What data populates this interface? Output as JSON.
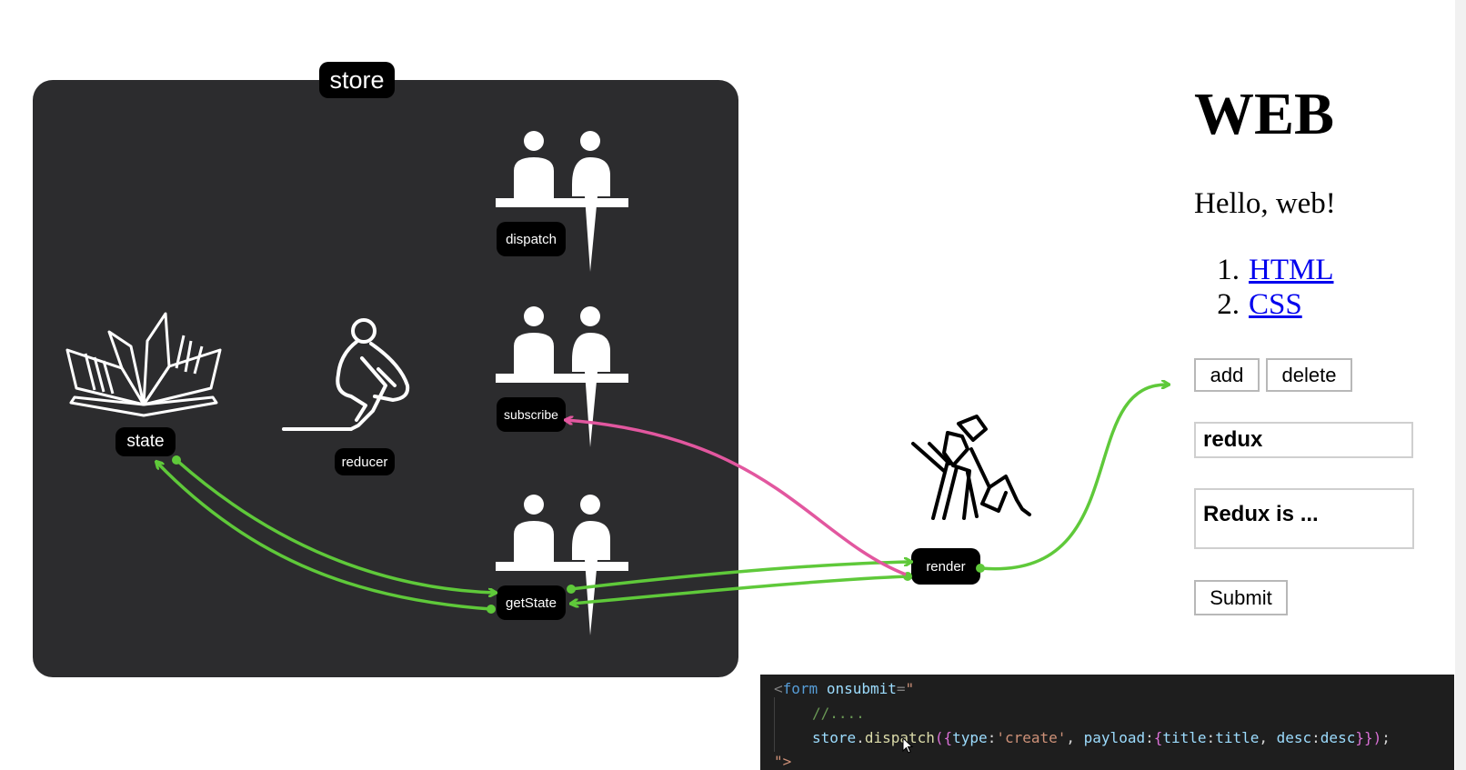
{
  "diagram": {
    "store_label": "store",
    "nodes": {
      "dispatch": "dispatch",
      "subscribe": "subscribe",
      "get_state": "getState",
      "state": "state",
      "reducer": "reducer",
      "render": "render"
    },
    "icons": [
      "people-desk-icon",
      "book-icon",
      "person-writing-icon",
      "worker-shovel-icon"
    ],
    "colors": {
      "store_bg": "#2c2c2e",
      "green_arrow": "#5fc93a",
      "pink_arrow": "#e2579f"
    }
  },
  "web": {
    "title": "WEB",
    "greeting": "Hello, web!",
    "list": [
      {
        "num": "1.",
        "label": "HTML"
      },
      {
        "num": "2.",
        "label": "CSS"
      }
    ],
    "add_label": "add",
    "delete_label": "delete",
    "title_value": "redux",
    "desc_value": "Redux is ...",
    "submit_label": "Submit"
  },
  "code": {
    "line1": {
      "open": "<",
      "tag": "form",
      "attr": "onsubmit",
      "eq": "=",
      "quote": "\""
    },
    "line2": "//....",
    "line3": {
      "obj": "store",
      "dot": ".",
      "fn": "dispatch",
      "lparen": "(",
      "lbrace": "{",
      "k1": "type",
      "colon1": ":",
      "v1": "'create'",
      "comma1": ", ",
      "k2": "payload",
      "colon2": ":",
      "lbrace2": "{",
      "k3": "title",
      "colon3": ":",
      "v3": "title",
      "comma2": ", ",
      "k4": "desc",
      "colon4": ":",
      "v4": "desc",
      "rbrace2": "}",
      "rbrace": "}",
      "rparen": ")",
      "semi": ";"
    },
    "line4": "\">"
  }
}
